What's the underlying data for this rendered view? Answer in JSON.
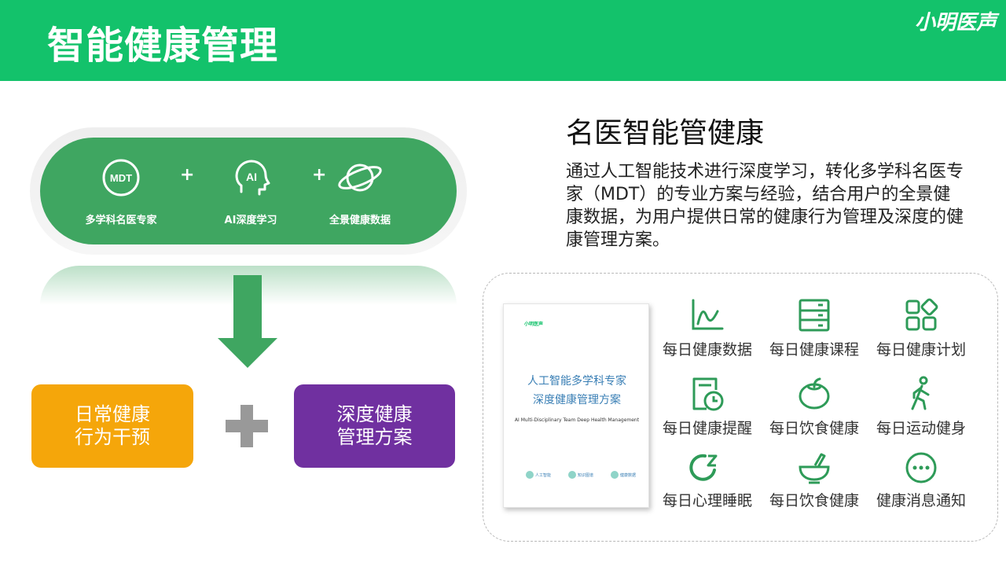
{
  "header": {
    "title": "智能健康管理",
    "brand": "小明医声"
  },
  "pill": {
    "features": [
      {
        "icon": "mdt-badge-icon",
        "icon_text": "MDT",
        "label": "多学科名医专家"
      },
      {
        "icon": "ai-head-icon",
        "icon_text": "AI",
        "label": "AI深度学习"
      },
      {
        "icon": "planet-icon",
        "label": "全景健康数据"
      }
    ],
    "plus": "+"
  },
  "outcomes": {
    "left": [
      "日常健康",
      "行为干预"
    ],
    "right": [
      "深度健康",
      "管理方案"
    ]
  },
  "right": {
    "title": "名医智能管健康",
    "desc": "通过人工智能技术进行深度学习，转化多学科名医专家（MDT）的专业方案与经验，结合用户的全景健康数据，为用户提供日常的健康行为管理及深度的健康管理方案。"
  },
  "document": {
    "logo": "小明医声",
    "title_lines": [
      "人工智能多学科专家",
      "深度健康管理方案"
    ],
    "subtitle": "AI Multi-Disciplinary Team Deep Health Management",
    "badges": [
      "人工智能",
      "知识图谱",
      "健康数据"
    ]
  },
  "tiles": [
    {
      "icon": "line-chart-icon",
      "label": "每日健康数据"
    },
    {
      "icon": "course-list-icon",
      "label": "每日健康课程"
    },
    {
      "icon": "plan-grid-icon",
      "label": "每日健康计划"
    },
    {
      "icon": "reminder-clock-icon",
      "label": "每日健康提醒"
    },
    {
      "icon": "tomato-icon",
      "label": "每日饮食健康"
    },
    {
      "icon": "walking-person-icon",
      "label": "每日运动健身"
    },
    {
      "icon": "sleep-moon-icon",
      "label": "每日心理睡眠"
    },
    {
      "icon": "mortar-bowl-icon",
      "label": "每日饮食健康"
    },
    {
      "icon": "chat-dots-icon",
      "label": "健康消息通知"
    }
  ],
  "colors": {
    "header": "#13c26b",
    "pill": "#3fa661",
    "orange": "#f5a60a",
    "purple": "#7030a0",
    "icon": "#2e9b58"
  }
}
